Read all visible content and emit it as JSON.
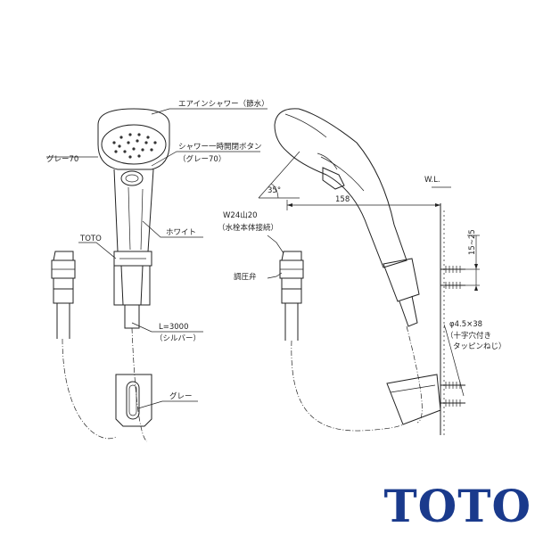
{
  "labels": {
    "air_in_shower": "エアインシャワー（節水）",
    "gray70_head": "グレー70",
    "pause_button": "シャワー一時開閉ボタン",
    "pause_button_color": "（グレー70）",
    "white": "ホワイト",
    "toto_mark": "TOTO",
    "hose_length": "L=3000",
    "hose_color": "（シルバー）",
    "gray_holder": "グレー",
    "coupling_thread": "W24山20",
    "coupling_note": "（水栓本体接続）",
    "pressure_valve": "調圧弁",
    "water_line": "W.L.",
    "angle": "35°",
    "reach": "158",
    "screw_spacing": "15~25",
    "screw_spec": "φ4.5×38",
    "screw_note1": "（十字穴付き",
    "screw_note2": "タッピンねじ）"
  },
  "brand": {
    "logo_text": "TOTO",
    "color": "#1a3a8c"
  }
}
